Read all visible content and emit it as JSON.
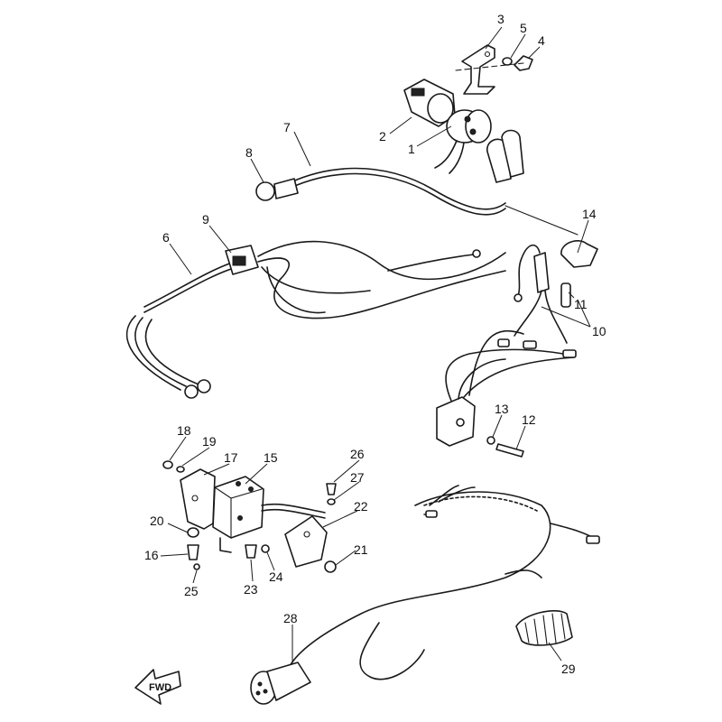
{
  "diagram": {
    "direction_label": "FWD",
    "callouts": [
      {
        "id": "c1",
        "text": "1"
      },
      {
        "id": "c2",
        "text": "2"
      },
      {
        "id": "c3",
        "text": "3"
      },
      {
        "id": "c4",
        "text": "4"
      },
      {
        "id": "c5",
        "text": "5"
      },
      {
        "id": "c6",
        "text": "6"
      },
      {
        "id": "c7",
        "text": "7"
      },
      {
        "id": "c8",
        "text": "8"
      },
      {
        "id": "c9",
        "text": "9"
      },
      {
        "id": "c10",
        "text": "10"
      },
      {
        "id": "c11",
        "text": "11"
      },
      {
        "id": "c12",
        "text": "12"
      },
      {
        "id": "c13",
        "text": "13"
      },
      {
        "id": "c14",
        "text": "14"
      },
      {
        "id": "c15",
        "text": "15"
      },
      {
        "id": "c16",
        "text": "16"
      },
      {
        "id": "c17",
        "text": "17"
      },
      {
        "id": "c18",
        "text": "18"
      },
      {
        "id": "c19",
        "text": "19"
      },
      {
        "id": "c20",
        "text": "20"
      },
      {
        "id": "c21",
        "text": "21"
      },
      {
        "id": "c22",
        "text": "22"
      },
      {
        "id": "c23",
        "text": "23"
      },
      {
        "id": "c24",
        "text": "24"
      },
      {
        "id": "c25",
        "text": "25"
      },
      {
        "id": "c26",
        "text": "26"
      },
      {
        "id": "c27",
        "text": "27"
      },
      {
        "id": "c28",
        "text": "28"
      },
      {
        "id": "c29",
        "text": "29"
      }
    ]
  }
}
